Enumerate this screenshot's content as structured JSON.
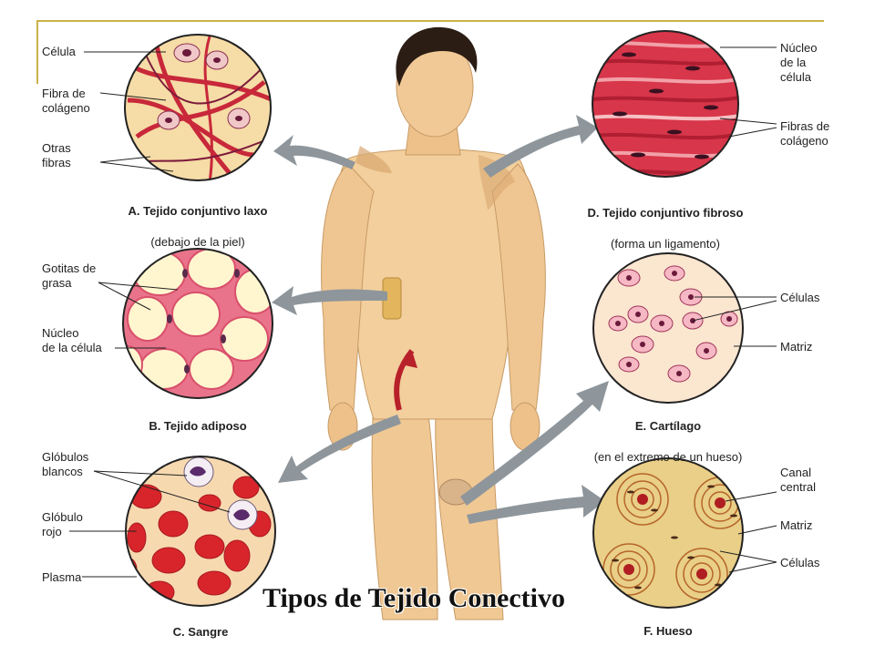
{
  "title": "Tipos de Tejido Conectivo",
  "colors": {
    "accent_line": "#c9b24a",
    "skin": "#f2cf9c",
    "collagen_red": "#c8283a",
    "arrow_gray": "#8e969b",
    "blood_red": "#d8252b",
    "bone_tan": "#e9cf87"
  },
  "tissues": {
    "a": {
      "name": "A. Tejido conjuntivo laxo",
      "note": "(debajo de la piel)",
      "labels": [
        "Célula",
        "Fibra de\ncolágeno",
        "Otras\nfibras"
      ]
    },
    "b": {
      "name": "B. Tejido adiposo",
      "labels": [
        "Gotitas de\ngrasa",
        "Núcleo\nde la célula"
      ]
    },
    "c": {
      "name": "C. Sangre",
      "labels": [
        "Glóbulos\nblancos",
        "Glóbulo\nrojo",
        "Plasma"
      ]
    },
    "d": {
      "name": "D. Tejido conjuntivo fibroso",
      "note": "(forma un ligamento)",
      "labels": [
        "Núcleo\nde la\ncélula",
        "Fibras de\ncolágeno"
      ]
    },
    "e": {
      "name": "E. Cartílago",
      "note": "(en el extremo de un hueso)",
      "labels": [
        "Células",
        "Matriz"
      ]
    },
    "f": {
      "name": "F. Hueso",
      "labels": [
        "Canal\ncentral",
        "Matriz",
        "Células"
      ]
    }
  }
}
